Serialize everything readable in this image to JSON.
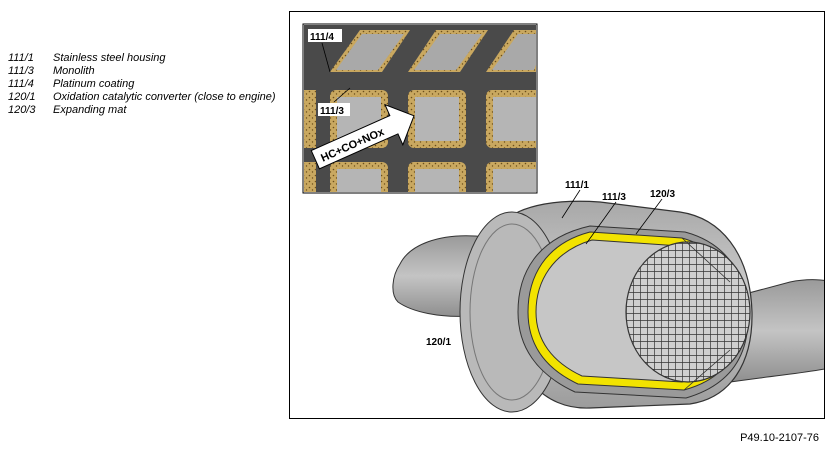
{
  "legend": {
    "items": [
      {
        "code": "111/1",
        "text": "Stainless steel housing"
      },
      {
        "code": "111/3",
        "text": "Monolith"
      },
      {
        "code": "111/4",
        "text": "Platinum coating"
      },
      {
        "code": "120/1",
        "text": "Oxidation catalytic converter (close to engine)"
      },
      {
        "code": "120/3",
        "text": "Expanding mat"
      }
    ]
  },
  "figure": {
    "callouts": {
      "inset_coating": "111/4",
      "inset_monolith": "111/3",
      "housing": "111/1",
      "monolith": "111/3",
      "mat": "120/3",
      "converter": "120/1"
    },
    "flow_label": "HC+CO+NOx"
  },
  "reference_code": "P49.10-2107-76",
  "colors": {
    "coating": "#c9a860",
    "mat": "#f2e300",
    "housing": "#bdbdbd",
    "monolith_wall": "#555555"
  }
}
